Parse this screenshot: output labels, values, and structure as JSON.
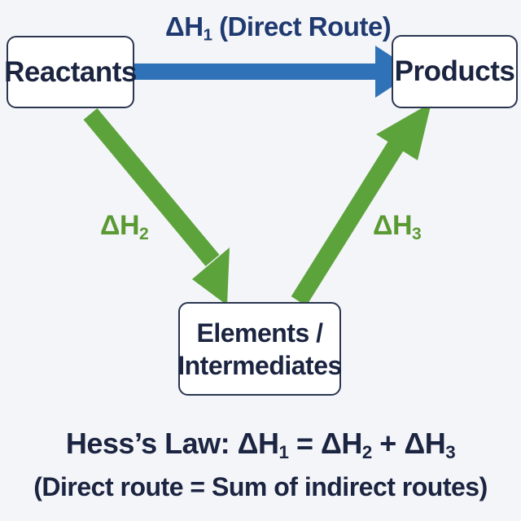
{
  "colors": {
    "direct_arrow": "#2f72b8",
    "indirect_arrow": "#5da33c",
    "box_border": "#2a3550",
    "text": "#1b2440"
  },
  "nodes": {
    "reactants": "Reactants",
    "products": "Products",
    "elements_line1": "Elements /",
    "elements_line2": "Intermediates"
  },
  "arrows": {
    "dh1": {
      "symbol": "ΔH",
      "sub": "1",
      "suffix": " (Direct Route)"
    },
    "dh2": {
      "symbol": "ΔH",
      "sub": "2"
    },
    "dh3": {
      "symbol": "ΔH",
      "sub": "3"
    }
  },
  "law": {
    "prefix": "Hess’s Law: ",
    "t1": "ΔH",
    "s1": "1",
    "eq": " = ",
    "t2": "ΔH",
    "s2": "2",
    "plus": " + ",
    "t3": "ΔH",
    "s3": "3",
    "note": "(Direct route = Sum of indirect routes)"
  }
}
